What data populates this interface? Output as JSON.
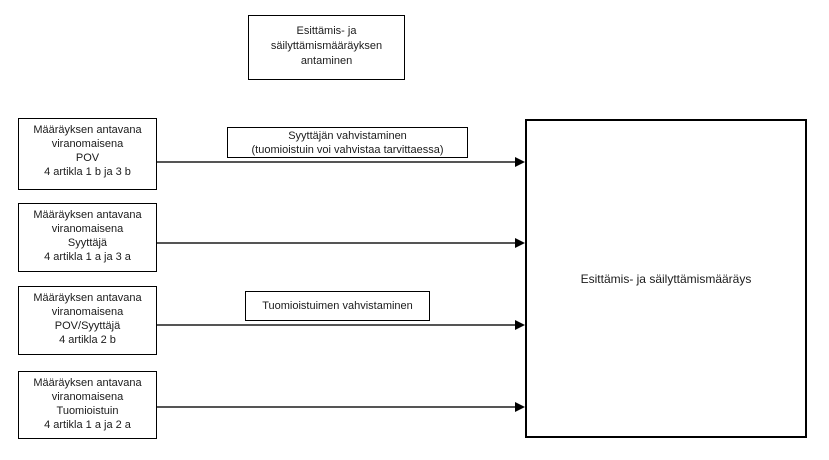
{
  "diagram": {
    "background": "#ffffff",
    "colors": {
      "box_border": "#000000",
      "text": "#1b1b1b",
      "arrow_line": "#555555",
      "arrow_head": "#000000"
    },
    "title_box": {
      "lines": [
        "Esittämis- ja",
        "säilyttämismääräyksen",
        "antaminen"
      ]
    },
    "source_boxes": [
      {
        "lines": [
          "Määräyksen antavana",
          "viranomaisena",
          "POV",
          "4 artikla 1 b ja 3 b"
        ]
      },
      {
        "lines": [
          "Määräyksen antavana",
          "viranomaisena",
          "Syyttäjä",
          "4 artikla 1 a ja 3 a"
        ]
      },
      {
        "lines": [
          "Määräyksen antavana",
          "viranomaisena",
          "POV/Syyttäjä",
          "4 artikla 2 b"
        ]
      },
      {
        "lines": [
          "Määräyksen antavana",
          "viranomaisena",
          "Tuomioistuin",
          "4 artikla 1 a ja 2 a"
        ]
      }
    ],
    "arrow_labels": [
      {
        "lines": [
          "Syyttäjän vahvistaminen",
          "(tuomioistuin voi vahvistaa tarvittaessa)"
        ]
      },
      {
        "lines": [
          "Tuomioistuimen vahvistaminen"
        ]
      }
    ],
    "target_box": {
      "label": "Esittämis- ja säilyttämismääräys"
    }
  }
}
